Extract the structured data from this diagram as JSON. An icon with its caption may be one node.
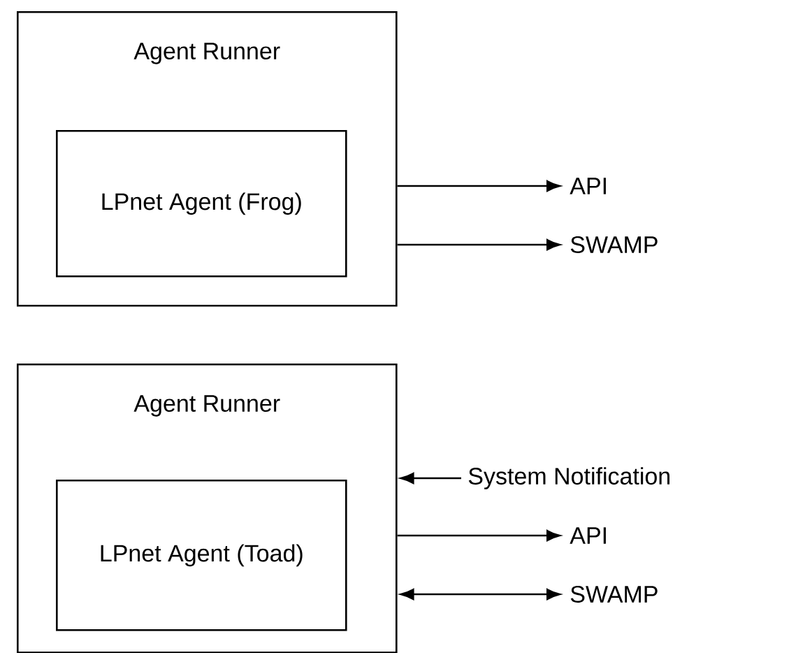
{
  "diagram": {
    "nodes": [
      {
        "text": [
          "Agent Runner"
        ]
      },
      {
        "text": [
          "LPnet Agent (Frog)"
        ],
        "in": 0
      },
      {
        "text": [
          "API"
        ]
      },
      {
        "text": [
          "SWAMP"
        ]
      },
      {
        "text": [
          "Agent Runner"
        ]
      },
      {
        "text": [
          "LPnet Agent (Toad)"
        ],
        "in": 4
      },
      {
        "text": [
          "System Notification"
        ]
      },
      {
        "text": [
          "API"
        ]
      },
      {
        "text": [
          "SWAMP"
        ]
      }
    ],
    "edges": [
      {
        "from": 0,
        "to": 2,
        "arrow": "to"
      },
      {
        "from": 0,
        "to": 3,
        "arrow": "to"
      },
      {
        "from": 6,
        "to": 4,
        "arrow": "to"
      },
      {
        "from": 4,
        "to": 7,
        "arrow": "to"
      },
      {
        "from": 4,
        "to": 8,
        "arrow": "both"
      }
    ]
  }
}
